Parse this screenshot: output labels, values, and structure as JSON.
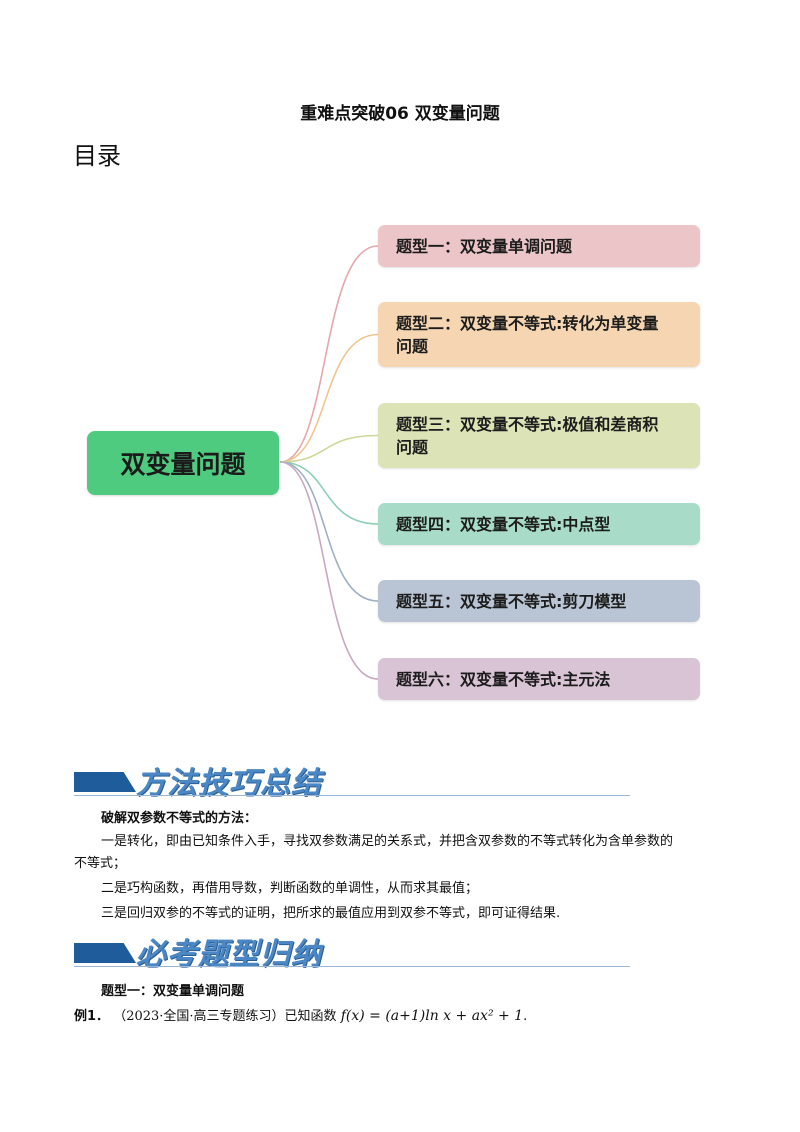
{
  "document": {
    "title": "重难点突破06  双变量问题",
    "toc_heading": "目录"
  },
  "mindmap": {
    "root": "双变量问题",
    "topics": [
      {
        "line1": "题型一：双变量单调问题",
        "line2": "",
        "color": "#ebc5c7",
        "stroke": "#e4a7ab"
      },
      {
        "line1": "题型二：双变量不等式:转化为单变量",
        "line2": "问题",
        "color": "#f6d6b2",
        "stroke": "#f1c48f"
      },
      {
        "line1": "题型三：双变量不等式:极值和差商积",
        "line2": "问题",
        "color": "#dce3b6",
        "stroke": "#cdd89a"
      },
      {
        "line1": "题型四：双变量不等式:中点型",
        "line2": "",
        "color": "#a9dcc8",
        "stroke": "#8bcfb5"
      },
      {
        "line1": "题型五：双变量不等式:剪刀模型",
        "line2": "",
        "color": "#b9c5d4",
        "stroke": "#9fb0c4"
      },
      {
        "line1": "题型六：双变量不等式:主元法",
        "line2": "",
        "color": "#d9c4d5",
        "stroke": "#c7a9c2"
      }
    ]
  },
  "methods": {
    "banner": "方法技巧总结",
    "title": "破解双参数不等式的方法：",
    "items": [
      "一是转化，即由已知条件入手，寻找双参数满足的关系式，并把含双参数的不等式转化为含单参数的",
      "不等式；",
      "二是巧构函数，再借用导数，判断函数的单调性，从而求其最值；",
      "三是回归双参的不等式的证明，把所求的最值应用到双参不等式，即可证得结果."
    ]
  },
  "exam": {
    "banner": "必考题型归纳",
    "type_title": "题型一：双变量单调问题",
    "example_label": "例1．",
    "example_source": "（2023·全国·高三专题练习）已知函数",
    "example_formula": "f(x) = (a+1)ln x + ax² + 1",
    "example_end": "."
  }
}
